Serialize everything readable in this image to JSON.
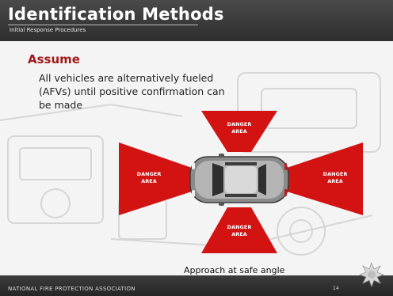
{
  "slide": {
    "title": "Identification Methods",
    "subtitle": "Initial Response Procedures",
    "heading": "Assume",
    "body": "All vehicles are alternatively fueled (AFVs) until positive confirmation can be made",
    "caption": "Approach at safe angle",
    "page_number": "14"
  },
  "diagram": {
    "zones": [
      {
        "id": "front",
        "line1": "DANGER",
        "line2": "AREA"
      },
      {
        "id": "left",
        "line1": "DANGER",
        "line2": "AREA"
      },
      {
        "id": "right",
        "line1": "DANGER",
        "line2": "AREA"
      },
      {
        "id": "rear",
        "line1": "DANGER",
        "line2": "AREA"
      }
    ],
    "zone_color": "#d31212"
  },
  "footer": {
    "organization": "NATIONAL FIRE PROTECTION ASSOCIATION"
  },
  "icons": [
    "car-top-view-icon",
    "nfpa-logo-icon"
  ]
}
